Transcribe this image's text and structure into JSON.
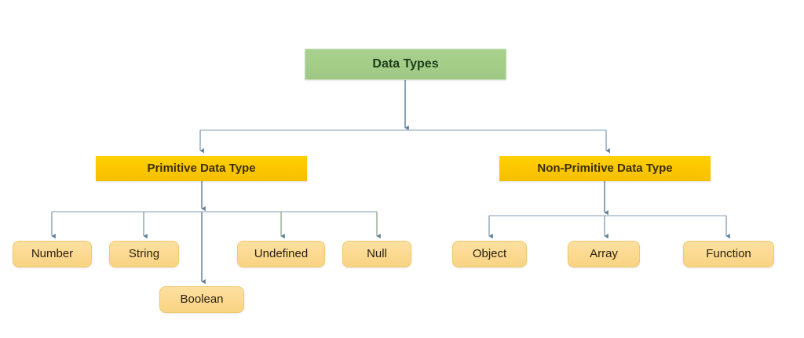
{
  "diagram": {
    "title": "Data Types",
    "type": "tree-hierarchy",
    "background_color": "#ffffff",
    "colors": {
      "root_fill": "#a9d08e",
      "branch_fill": "#ffd100",
      "leaf_fill": "#fbd98f",
      "connector": "#6f8ba4",
      "root_text": "#1d3b1d",
      "branch_text": "#3a2f00",
      "leaf_text": "#2b2112"
    },
    "root": {
      "label": "Data Types"
    },
    "branches": [
      {
        "label": "Primitive Data Type",
        "children": [
          {
            "label": "Number"
          },
          {
            "label": "String"
          },
          {
            "label": "Boolean"
          },
          {
            "label": "Undefined"
          },
          {
            "label": "Null"
          }
        ]
      },
      {
        "label": "Non-Primitive Data Type",
        "children": [
          {
            "label": "Object"
          },
          {
            "label": "Array"
          },
          {
            "label": "Function"
          }
        ]
      }
    ]
  }
}
